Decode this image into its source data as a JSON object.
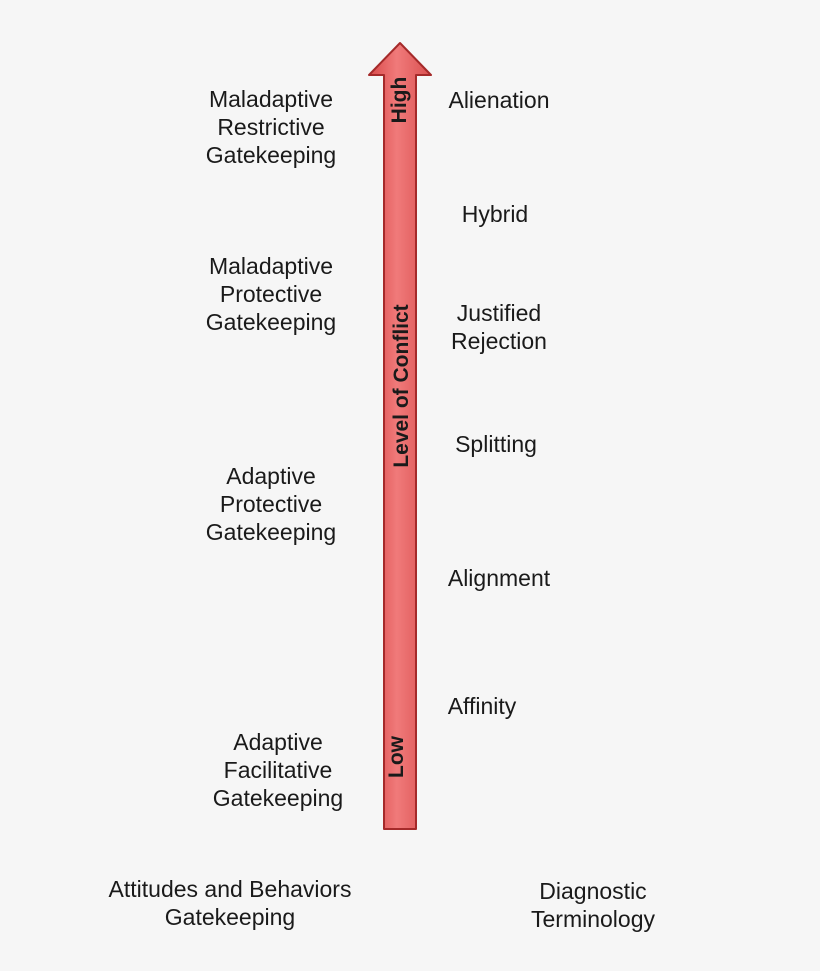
{
  "arrow": {
    "high_label": "High",
    "axis_label": "Level of Conflict",
    "low_label": "Low",
    "fill_color": "#e65c5c",
    "stroke_color": "#a52a2a"
  },
  "gatekeeping": [
    "Maladaptive\nRestrictive\nGatekeeping",
    "Maladaptive\nProtective\nGatekeeping",
    "Adaptive\nProtective\nGatekeeping",
    "Adaptive\nFacilitative\nGatekeeping"
  ],
  "terms": [
    "Alienation",
    "Hybrid",
    "Justified\nRejection",
    "Splitting",
    "Alignment",
    "Affinity"
  ],
  "footer": {
    "left": "Attitudes and Behaviors\nGatekeeping",
    "right": "Diagnostic Terminology"
  }
}
